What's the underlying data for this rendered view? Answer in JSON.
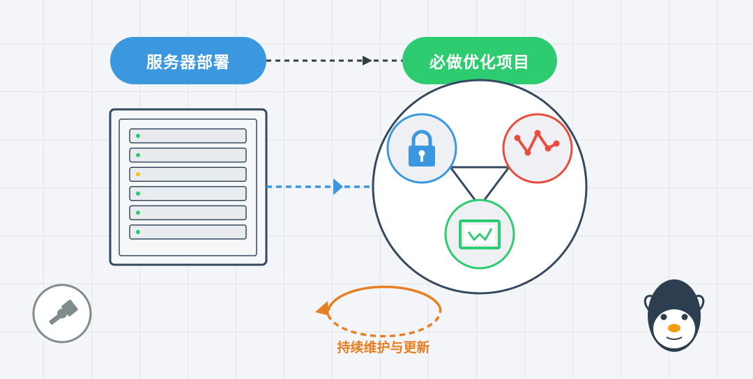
{
  "header": {
    "left_pill_label": "服务器部署",
    "right_pill_label": "必做优化项目"
  },
  "footer": {
    "cycle_label": "持续维护与更新"
  },
  "server": {
    "slot_status_colors": [
      "#2ecc71",
      "#2ecc71",
      "#f1c40f",
      "#2ecc71",
      "#2ecc71",
      "#2ecc71"
    ]
  },
  "icons": {
    "security": "lock-icon",
    "monitoring": "line-chart-icon",
    "dashboard": "monitor-icon",
    "left_corner": "tool-icon",
    "right_corner": "penguin-mascot-icon"
  },
  "colors": {
    "blue": "#3b97de",
    "green": "#2ecc71",
    "red": "#e74c3c",
    "orange": "#e67e22",
    "dark": "#34495e"
  }
}
